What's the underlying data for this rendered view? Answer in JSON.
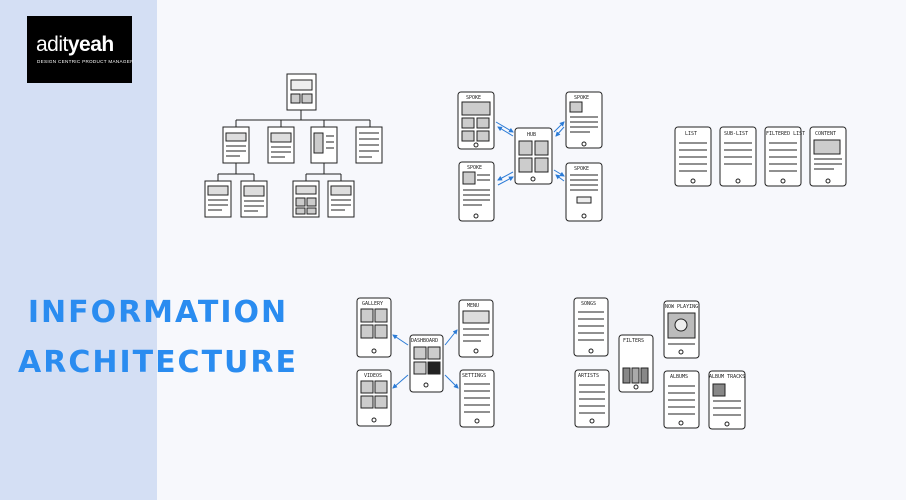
{
  "logo": {
    "name_part1": "adit",
    "name_part2": "yeah",
    "tagline": "DESIGN CENTRIC PRODUCT MANAGER"
  },
  "title": {
    "line1": "INFORMATION",
    "line2": "ARCHITECTURE"
  },
  "colors": {
    "sidebar": "#d4dff4",
    "background": "#f7f8fc",
    "accent": "#2a8cf0",
    "logo_bg": "#000000"
  },
  "sketch_labels": {
    "spoke_top_left": "SPOKE",
    "spoke_top_right": "SPOKE",
    "hub": "HUB",
    "spoke_bottom_left": "SPOKE",
    "spoke_bottom_right": "SPOKE",
    "list": "LIST",
    "sub_list": "SUB-LIST",
    "filtered_list": "FILTERED LIST",
    "content": "CONTENT",
    "gallery": "GALLERY",
    "dashboard": "DASHBOARD",
    "menu": "MENU",
    "videos": "VIDEOS",
    "settings": "SETTINGS",
    "songs": "SONGS",
    "now_playing": "NOW PLAYING",
    "filters": "FILTERS",
    "artists": "ARTISTS",
    "albums": "ALBUMS",
    "album_tracks": "ALBUM TRACKS"
  }
}
